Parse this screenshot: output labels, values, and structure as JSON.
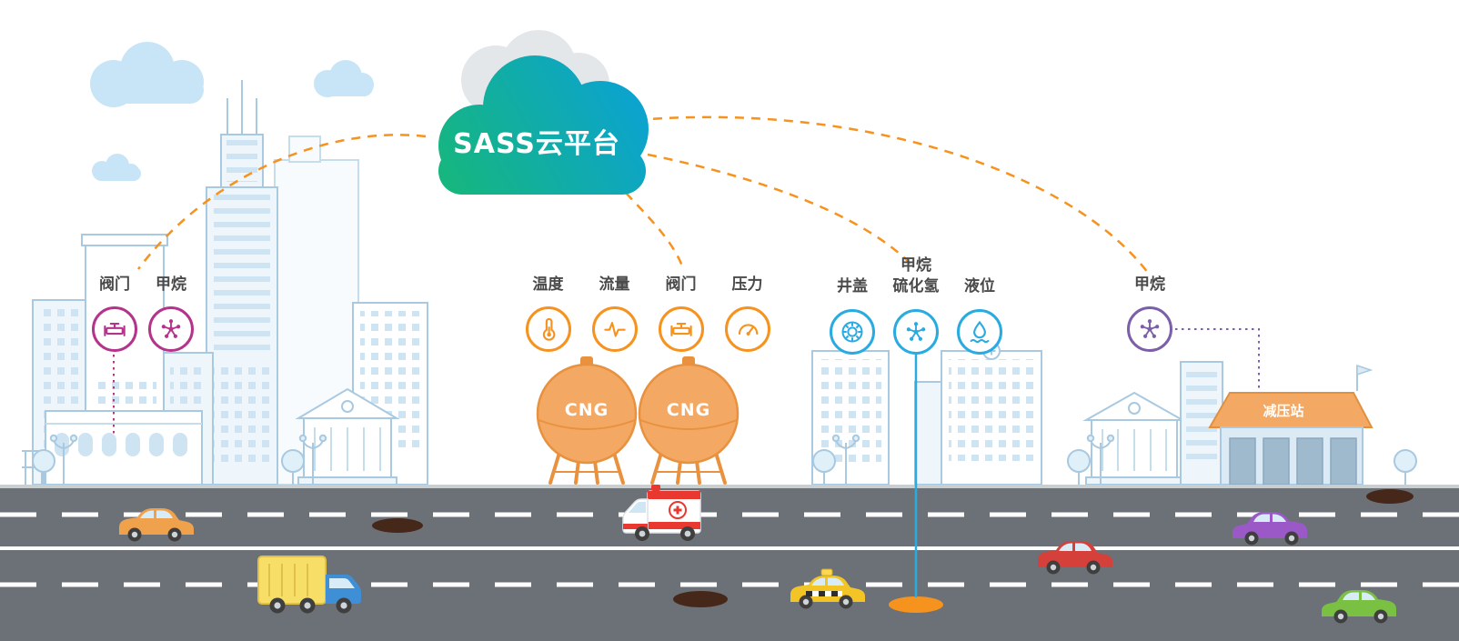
{
  "cloud": {
    "label": "SASS云平台"
  },
  "groups": {
    "building": {
      "color": "#B5348B",
      "sensors": [
        {
          "label": "阀门",
          "icon": "valve-icon"
        },
        {
          "label": "甲烷",
          "icon": "methane-icon"
        }
      ]
    },
    "tank_area": {
      "color": "#F6921E",
      "sensors": [
        {
          "label": "温度",
          "icon": "temperature-icon"
        },
        {
          "label": "流量",
          "icon": "flow-icon"
        },
        {
          "label": "阀门",
          "icon": "valve-icon"
        },
        {
          "label": "压力",
          "icon": "pressure-icon"
        }
      ]
    },
    "street": {
      "color": "#29ABE2",
      "sensors": [
        {
          "label": "井盖",
          "icon": "manhole-icon"
        },
        {
          "label": "甲烷",
          "label2": "硫化氢",
          "icon": "gas-molecule-icon"
        },
        {
          "label": "液位",
          "icon": "liquid-level-icon"
        }
      ]
    },
    "station": {
      "color": "#7B5FA8",
      "sensors": [
        {
          "label": "甲烷",
          "icon": "methane-icon"
        }
      ]
    }
  },
  "tanks": {
    "tank1": "CNG",
    "tank2": "CNG"
  },
  "station": {
    "label": "减压站"
  },
  "colors": {
    "connection_orange": "#F6921E",
    "sensor_magenta": "#B5348B",
    "sensor_orange": "#F6921E",
    "sensor_blue": "#29ABE2",
    "sensor_purple": "#7B5FA8",
    "cloud_green": "#17B877",
    "cloud_blue": "#0AA0DB",
    "road_gray": "#6C7177",
    "tank_orange": "#F3A963",
    "manhole_dark": "#46281B"
  }
}
